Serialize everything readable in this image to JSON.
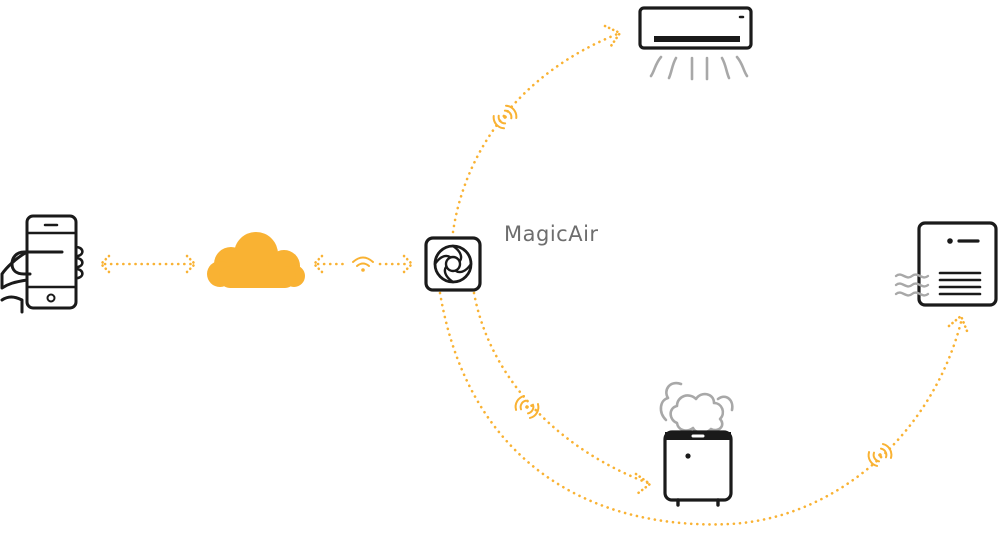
{
  "brand": {
    "name": "MagicAir",
    "text_color": "#6e6e6e"
  },
  "colors": {
    "accent": "#f9b233",
    "device_stroke": "#1a1a1a",
    "secondary_stroke": "#a8a8a8"
  },
  "nodes": [
    {
      "id": "smartphone",
      "icon": "hand-holding-phone-icon"
    },
    {
      "id": "cloud",
      "icon": "cloud-icon"
    },
    {
      "id": "magicair-hub",
      "icon": "magicair-hub-icon"
    },
    {
      "id": "air-conditioner",
      "icon": "air-conditioner-icon"
    },
    {
      "id": "recuperator",
      "icon": "recuperator-icon"
    },
    {
      "id": "humidifier",
      "icon": "humidifier-icon"
    }
  ],
  "connections": [
    {
      "from": "smartphone",
      "to": "cloud",
      "style": "dotted",
      "direction": "bidirectional"
    },
    {
      "from": "cloud",
      "to": "magicair-hub",
      "style": "dotted",
      "direction": "bidirectional",
      "signal": "wifi-icon"
    },
    {
      "from": "magicair-hub",
      "to": "air-conditioner",
      "style": "dotted",
      "direction": "forward",
      "signal": "wireless-icon"
    },
    {
      "from": "magicair-hub",
      "to": "humidifier",
      "style": "dotted",
      "direction": "forward",
      "signal": "wireless-icon"
    },
    {
      "from": "magicair-hub",
      "to": "recuperator",
      "style": "dotted",
      "direction": "forward",
      "signal": "wireless-icon"
    }
  ]
}
